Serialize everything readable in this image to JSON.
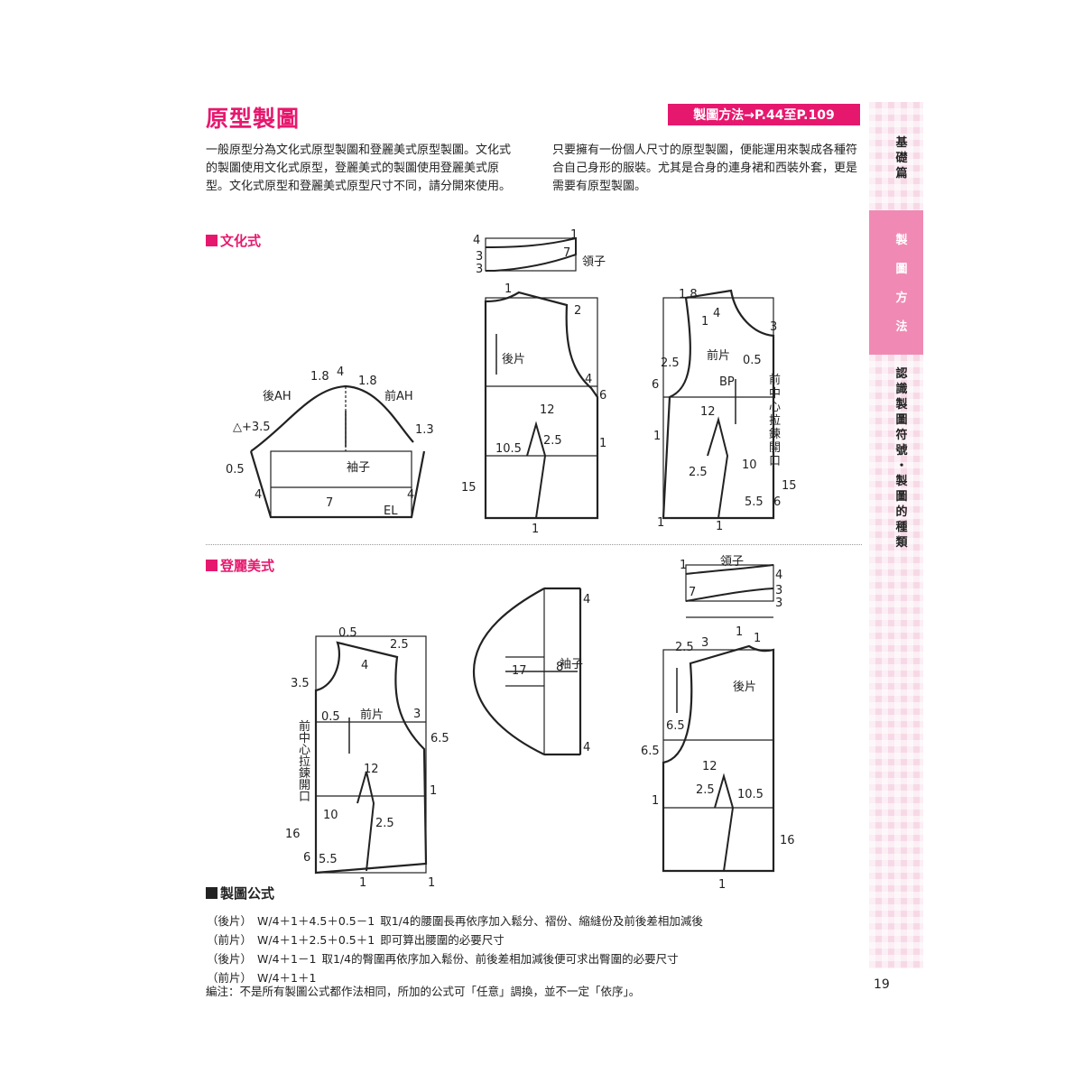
{
  "header": {
    "title": "原型製圖",
    "reference": "製圖方法→P.44至P.109"
  },
  "intro": {
    "left": "一般原型分為文化式原型製圖和登麗美式原型製圖。文化式的製圖使用文化式原型，登麗美式的製圖使用登麗美式原型。文化式原型和登麗美式原型尺寸不同，請分開來使用。",
    "right": "只要擁有一份個人尺寸的原型製圖，便能運用來製成各種符合自己身形的服裝。尤其是合身的連身裙和西裝外套，更是需要有原型製圖。"
  },
  "sections": {
    "bunka": "文化式",
    "dorreme": "登麗美式",
    "formula": "製圖公式"
  },
  "bunka_labels": {
    "sleeve": "袖子",
    "back_ah": "後AH",
    "front_ah": "前AH",
    "tri": "△+3.5",
    "el": "EL",
    "collar": "領子",
    "back": "後片",
    "front": "前片",
    "bp": "BP",
    "zip": "前中心拉鍊開口"
  },
  "dorreme_labels": {
    "collar": "領子",
    "front": "前片",
    "back": "後片",
    "sleeve": "袖子",
    "zip": "前中心拉鍊開口"
  },
  "sidebar": {
    "basic": [
      "基",
      "礎",
      "篇"
    ],
    "method": [
      "製",
      "圖",
      "方",
      "法"
    ],
    "topic": [
      "認",
      "識",
      "製",
      "圖",
      "符",
      "號",
      "・",
      "製",
      "圖",
      "的",
      "種",
      "類"
    ]
  },
  "formulas": [
    {
      "part": "（後片）",
      "expr": "W/4＋1＋4.5＋0.5－1",
      "note": "取1/4的腰圍長再依序加入鬆分、褶份、縮縫份及前後差相加減後"
    },
    {
      "part": "（前片）",
      "expr": "W/4＋1＋2.5＋0.5＋1",
      "note": "即可算出腰圍的必要尺寸"
    },
    {
      "part": "（後片）",
      "expr": "W/4＋1－1",
      "note": "取1/4的臀圍再依序加入鬆份、前後差相加減後便可求出臀圍的必要尺寸"
    },
    {
      "part": "（前片）",
      "expr": "W/4＋1＋1",
      "note": ""
    }
  ],
  "note": "編注：不是所有製圖公式都作法相同，所加的公式可「任意」調換，並不一定「依序」。",
  "page_number": "19"
}
